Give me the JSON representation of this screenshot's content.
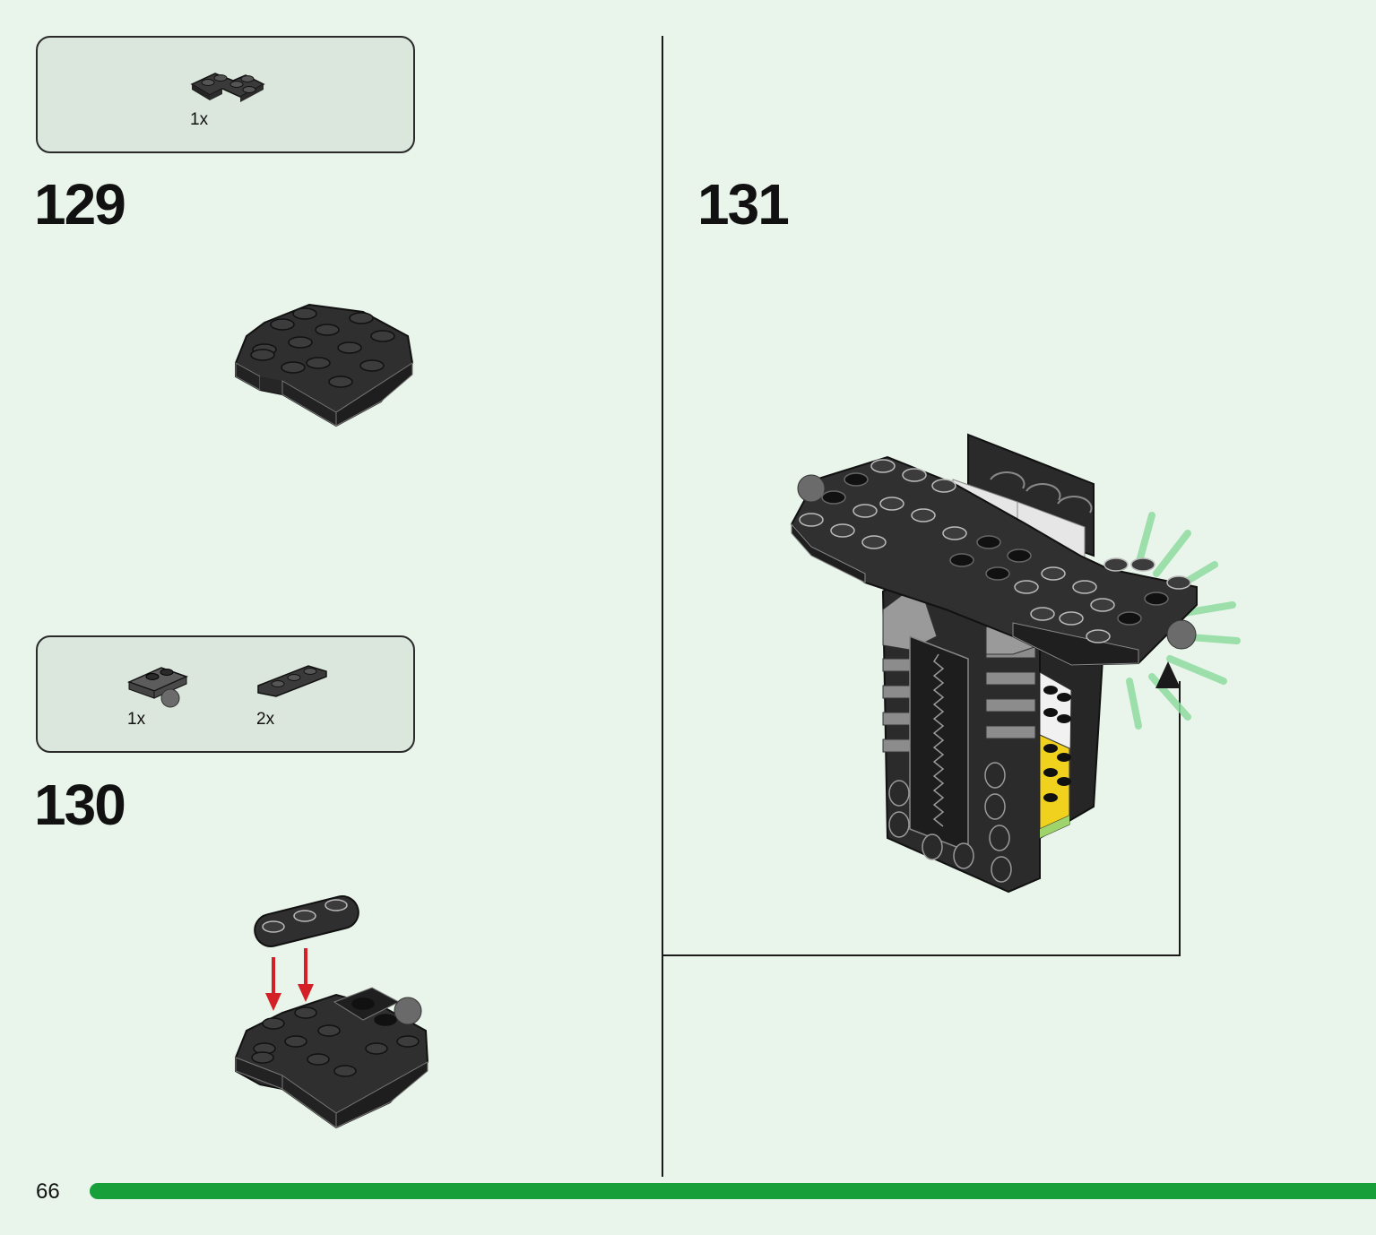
{
  "step_129": {
    "number": "129",
    "parts": [
      {
        "qty": "1x",
        "part_icon": "l-plate-icon"
      }
    ]
  },
  "step_130": {
    "number": "130",
    "parts": [
      {
        "qty": "1x",
        "part_icon": "ball-plate-icon"
      },
      {
        "qty": "2x",
        "part_icon": "plate-1x3-icon"
      }
    ]
  },
  "step_131": {
    "number": "131"
  },
  "footer": {
    "page_number": "66"
  },
  "colors": {
    "background": "#e9f5eb",
    "parts_box": "#dbe6dc",
    "progress_bar": "#17a03a",
    "arrow_red": "#d42027",
    "glow_green": "#8fdc9f",
    "brick_dark": "#333333"
  }
}
